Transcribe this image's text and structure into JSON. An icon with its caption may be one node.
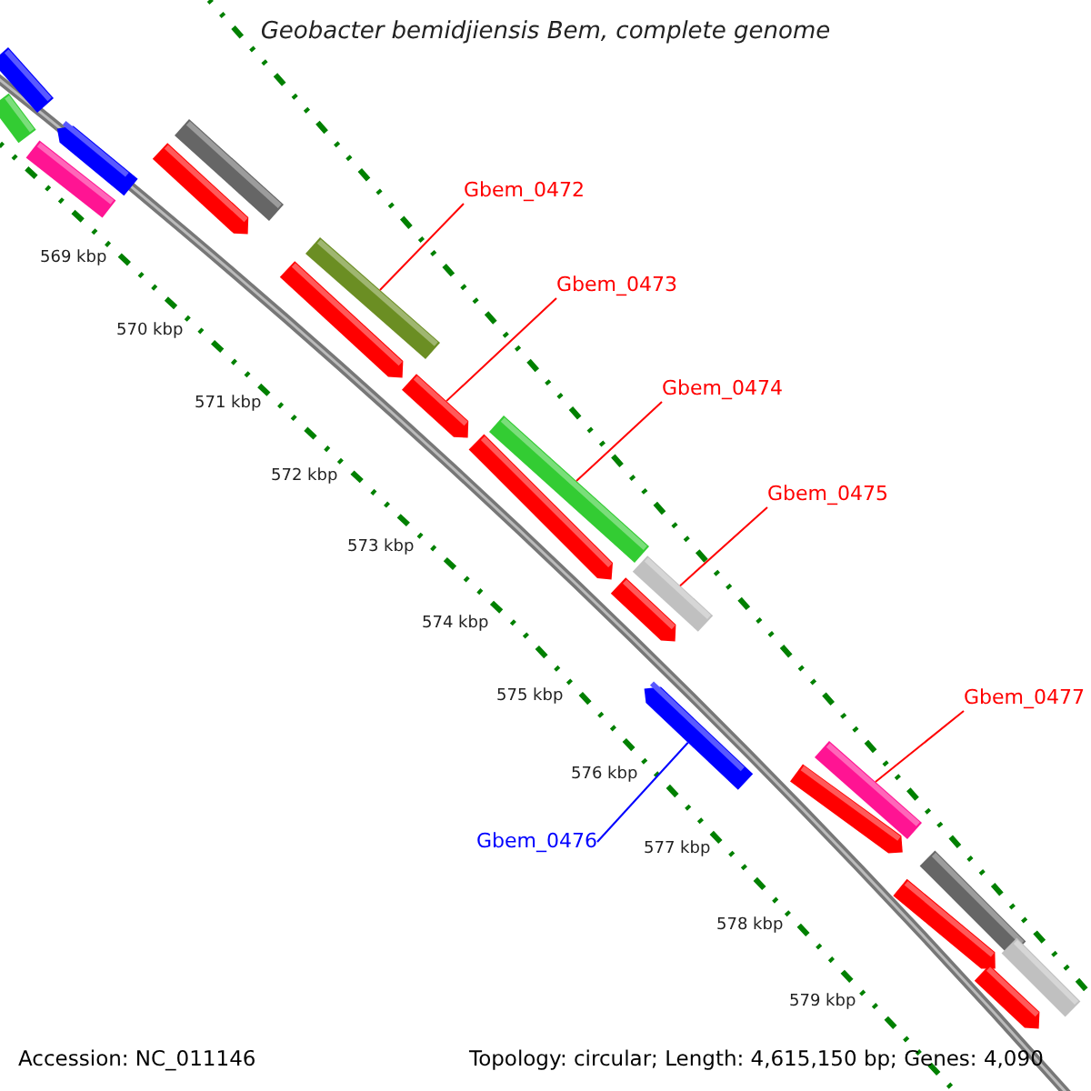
{
  "diagram": {
    "title": "Geobacter bemidjiensis Bem, complete genome",
    "nodes": [
      {
        "text": [
          "Gbem_0472"
        ]
      },
      {
        "text": [
          "Gbem_0473"
        ]
      },
      {
        "text": [
          "Gbem_0474"
        ]
      },
      {
        "text": [
          "Gbem_0475"
        ]
      },
      {
        "text": [
          "Gbem_0477"
        ]
      },
      {
        "text": [
          "Gbem_0476"
        ]
      },
      {
        "text": [],
        "shape": "bar"
      },
      {
        "text": [],
        "shape": "bar"
      },
      {
        "text": [],
        "shape": "arrow"
      },
      {
        "text": [],
        "shape": "bar"
      },
      {
        "text": [],
        "shape": "bar"
      },
      {
        "text": [],
        "shape": "arrow"
      },
      {
        "text": [],
        "shape": "bar"
      },
      {
        "text": [],
        "shape": "arrow"
      },
      {
        "text": [],
        "shape": "arrow"
      },
      {
        "text": [],
        "shape": "bar"
      },
      {
        "text": [],
        "shape": "arrow"
      },
      {
        "text": [],
        "shape": "bar"
      },
      {
        "text": [],
        "shape": "arrow"
      },
      {
        "text": [],
        "shape": "arrow"
      },
      {
        "text": [],
        "shape": "bar"
      },
      {
        "text": [],
        "shape": "arrow"
      },
      {
        "text": [],
        "shape": "bar"
      },
      {
        "text": [],
        "shape": "arrow"
      },
      {
        "text": [],
        "shape": "bar"
      },
      {
        "text": [],
        "shape": "arrow"
      }
    ],
    "edges": [
      {
        "from": 0,
        "to": 12,
        "arrow": "none"
      },
      {
        "from": 1,
        "to": 14,
        "arrow": "none"
      },
      {
        "from": 2,
        "to": 15,
        "arrow": "none"
      },
      {
        "from": 3,
        "to": 17,
        "arrow": "none"
      },
      {
        "from": 4,
        "to": 20,
        "arrow": "none"
      },
      {
        "from": 5,
        "to": 19,
        "arrow": "none",
        "color": "#0000ff"
      }
    ],
    "labels": [
      "569 kbp",
      "570 kbp",
      "571 kbp",
      "572 kbp",
      "573 kbp",
      "574 kbp",
      "575 kbp",
      "576 kbp",
      "577 kbp",
      "578 kbp",
      "579 kbp",
      "Accession: NC_011146",
      "Topology: circular; Length: 4,615,150 bp; Genes: 4,090"
    ]
  }
}
